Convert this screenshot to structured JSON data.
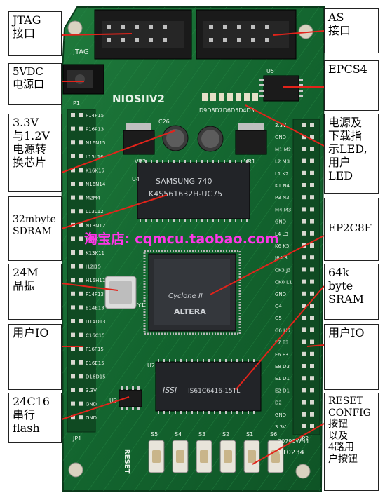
{
  "labels": {
    "jtag": "JTAG\n接口",
    "as": "AS\n接口",
    "power_in": "5VDC\n电源口",
    "epcs": "EPCS4",
    "regulator": "3.3V\n与1.2V\n电源转\n换芯片",
    "led": "电源及\n下载指\n示LED,\n用户\nLED",
    "sdram": "32mbyte\nSDRAM",
    "fpga": "EP2C8F",
    "crystal": "24M\n晶振",
    "sram": "64k\nbyte\nSRAM",
    "user_io_left": "用户IO",
    "user_io_right": "用户IO",
    "flash": "24C16\n串行\nflash",
    "buttons": "RESET\nCONFIG\n按钮\n以及\n4路用\n户按钮"
  },
  "watermark": "淘宝店: cqmcu.taobao.com",
  "board": {
    "title": "NIOSIIV2",
    "jtag_silk": "JTAG",
    "p1": "P1",
    "jp1": "JP1",
    "jp2": "JP2",
    "u5": "U5",
    "vr2": "VR2",
    "vr1": "VR1",
    "c26": "C26",
    "u4": "U4",
    "u2": "U2",
    "u3": "U3",
    "y1": "Y1",
    "led_silk": "D9D8D7D6D5D4D3",
    "reset_silk": "RESET",
    "serial1": "20790WH4",
    "serial2": "Y10234",
    "sdram_chip_l1": "SAMSUNG   740",
    "sdram_chip_l2": "K4S561632H-UC75",
    "fpga_chip_l1": "Cyclone II",
    "fpga_chip_l2": "ALTERA",
    "sram_chip_l1": "ISSI",
    "sram_chip_l2": "IS61C6416-15TL",
    "buttons": [
      "S5",
      "S4",
      "S3",
      "S2",
      "S1",
      "S6"
    ],
    "left_pins": [
      "P14P15",
      "P16P13",
      "N16N15",
      "L15L16",
      "K16K15",
      "N16N14",
      "M2M4",
      "L13L12",
      "N13N12",
      "K14K1",
      "K13K11",
      "J12J15",
      "H15H11",
      "F14F13",
      "E14E13",
      "D14D13",
      "C16C15",
      "F16F15",
      "E16E15",
      "D16D15",
      "3.3V",
      "GND",
      "GND"
    ],
    "right_pins": [
      "3.3V",
      "GND",
      "M1 M2",
      "L2 M3",
      "L1 K2",
      "K1 N4",
      "P3 N3",
      "M4 M3",
      "GND",
      "L4 L3",
      "K6 K5",
      "J6 K3",
      "CK3 J3",
      "CK0 L1",
      "GND",
      "G4",
      "G5",
      "G6 H6",
      "F7 E3",
      "F6 F3",
      "E8 D3",
      "E1 D1",
      "E2 D1",
      "D2",
      "GND",
      "3.3V"
    ]
  }
}
